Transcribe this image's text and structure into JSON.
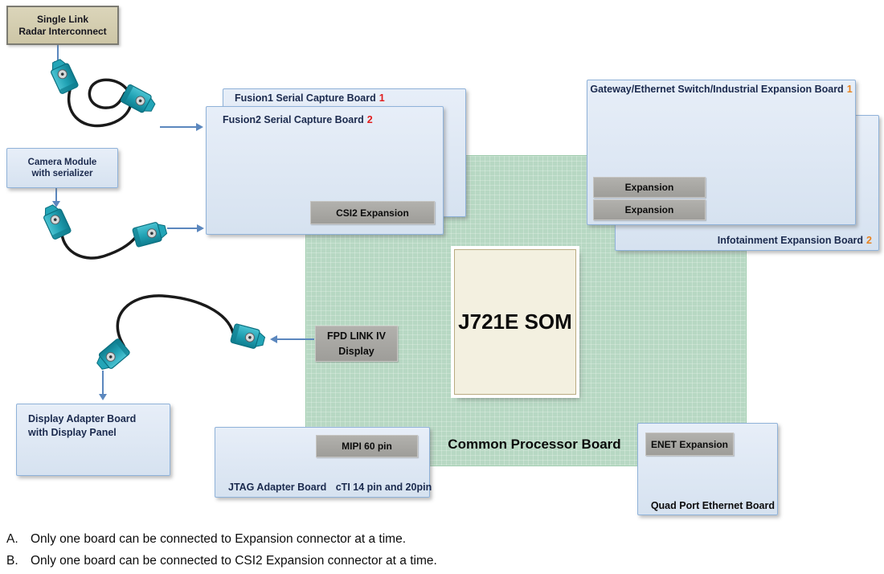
{
  "diagram": {
    "radar_box": {
      "line1": "Single Link",
      "line2": "Radar Interconnect"
    },
    "camera_box": {
      "line1": "Camera Module",
      "line2": "with serializer"
    },
    "fusion1_board": {
      "title": "Fusion1 Serial Capture Board",
      "number": "1"
    },
    "fusion2_board": {
      "title": "Fusion2 Serial Capture Board",
      "number": "2",
      "csi2_button": "CSI2 Expansion"
    },
    "gateway_board": {
      "title": "Gateway/Ethernet Switch/Industrial Expansion Board",
      "number": "1",
      "expansion_buttons": [
        "Expansion",
        "Expansion"
      ]
    },
    "infotainment_board": {
      "title": "Infotainment Expansion Board",
      "number": "2"
    },
    "common_processor_board": {
      "label": "Common Processor Board",
      "som_label": "J721E SOM",
      "fpd_button_line1": "FPD LINK IV",
      "fpd_button_line2": "Display"
    },
    "jtag_board": {
      "title": "JTAG Adapter Board",
      "subtitle": "cTI 14 pin and 20pin",
      "mipi_button": "MIPI 60 pin"
    },
    "quad_port_board": {
      "title": "Quad Port Ethernet Board",
      "enet_button": "ENET Expansion"
    },
    "display_board": {
      "line1": "Display Adapter Board",
      "line2": "with Display Panel"
    }
  },
  "notes": [
    {
      "label": "A.",
      "text": "Only one board can be connected to Expansion connector at a time."
    },
    {
      "label": "B.",
      "text": "Only one board can be connected to CSI2 Expansion connector at a time."
    }
  ],
  "colors": {
    "board_fill": "#dde7f3",
    "board_border": "#8fb2d9",
    "green_region": "#b7d8c3",
    "gray_button": "#a5a39f",
    "radar_box_fill": "#d2cbad",
    "som_fill": "#f3f0e0",
    "arrow_blue": "#5b87be",
    "connector_teal": "#1e9fb0",
    "cable_black": "#1a1a1a",
    "number_red": "#e11d1d",
    "number_orange": "#e8821e"
  }
}
